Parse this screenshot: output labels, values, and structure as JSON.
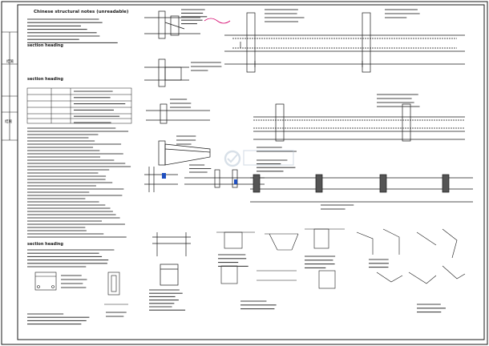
{
  "drawing": {
    "sheet_code_top": "结施",
    "sheet_code_bottom": "结施",
    "notes_title": "Chinese structural notes (unreadable)",
    "notes_section1": "section heading",
    "notes_section2": "section heading",
    "notes_section3": "section heading"
  },
  "colors": {
    "line": "#1a1a1a",
    "accent": "#d4006a",
    "highlight": "#1f4fbf",
    "watermark": "#b9c7d6"
  }
}
